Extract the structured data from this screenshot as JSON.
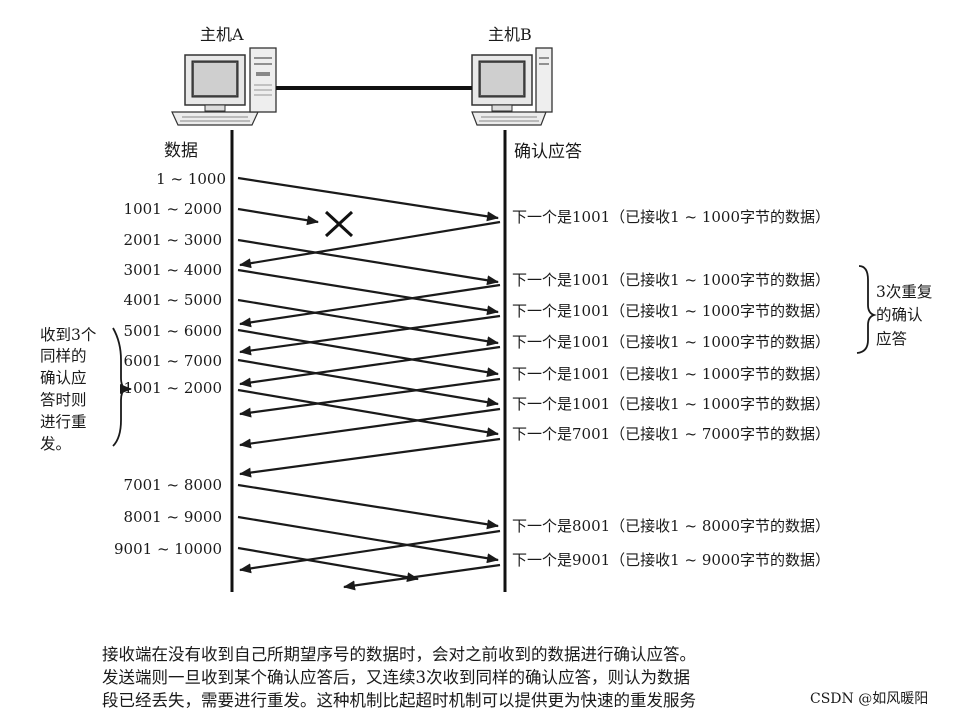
{
  "hosts": {
    "a": "主机A",
    "b": "主机B"
  },
  "columns": {
    "data": "数据",
    "ack": "确认应答"
  },
  "segments": [
    "1 ~ 1000",
    "1001 ~ 2000",
    "2001 ~ 3000",
    "3001 ~ 4000",
    "4001 ~ 5000",
    "5001 ~ 6000",
    "6001 ~ 7000",
    "1001 ~ 2000",
    "7001 ~ 8000",
    "8001 ~ 9000",
    "9001 ~ 10000"
  ],
  "acks": [
    "下一个是1001（已接收1 ~ 1000字节的数据）",
    "下一个是1001（已接收1 ~ 1000字节的数据）",
    "下一个是1001（已接收1 ~ 1000字节的数据）",
    "下一个是1001（已接收1 ~ 1000字节的数据）",
    "下一个是1001（已接收1 ~ 1000字节的数据）",
    "下一个是1001（已接收1 ~ 1000字节的数据）",
    "下一个是7001（已接收1 ~ 7000字节的数据）",
    "下一个是8001（已接收1 ~ 8000字节的数据）",
    "下一个是9001（已接收1 ~ 9000字节的数据）"
  ],
  "annotations": {
    "triple_ack": [
      "3次重复",
      "的确认",
      "应答"
    ],
    "retransmit": [
      "收到3个",
      "同样的",
      "确认应",
      "答时则",
      "进行重",
      "发。"
    ]
  },
  "caption": [
    "接收端在没有收到自己所期望序号的数据时，会对之前收到的数据进行确认应答。",
    "发送端则一旦收到某个确认应答后，又连续3次收到同样的确认应答，则认为数据",
    "段已经丢失，需要进行重发。这种机制比起超时机制可以提供更为快速的重发服务"
  ],
  "watermark": "CSDN @如风暖阳"
}
